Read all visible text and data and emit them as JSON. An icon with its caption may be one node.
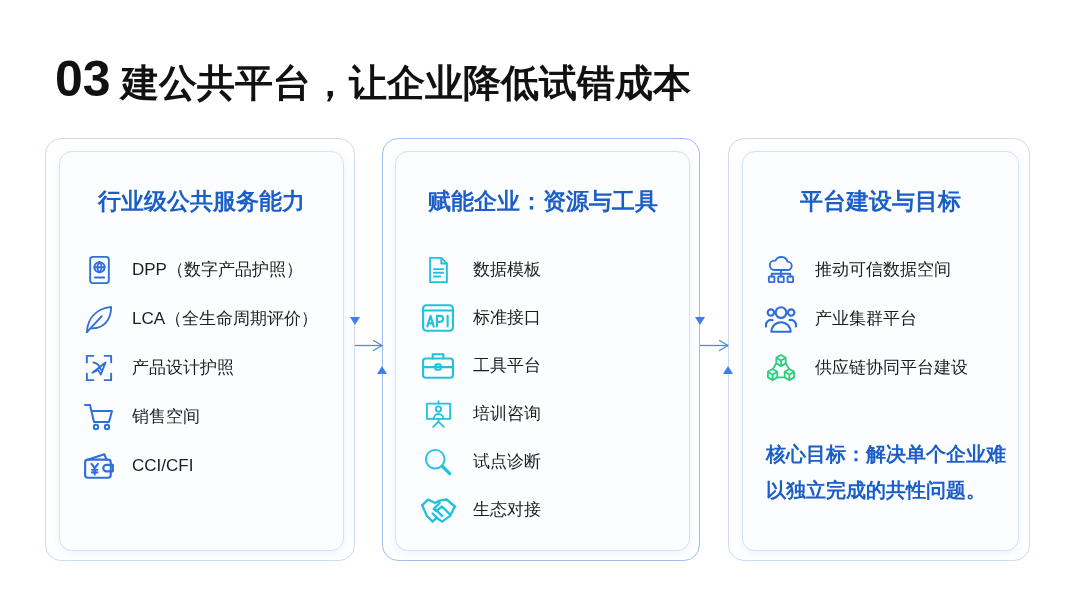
{
  "diagram": {
    "title": "03 建公共平台，让企业降低试错成本",
    "nodes": [
      {
        "text": [],
        "shape": "box"
      },
      {
        "text": [
          "行业级公共服务能力",
          "DPP（数字产品护照）",
          "LCA（全生命周期评价）",
          "产品设计护照",
          "销售空间",
          "CCI/CFI"
        ],
        "in": 0
      },
      {
        "text": [],
        "shape": "box"
      },
      {
        "text": [
          "赋能企业：资源与工具",
          "数据模板",
          "标准接口",
          "工具平台",
          "培训咨询",
          "试点诊断",
          "生态对接"
        ],
        "in": 2
      },
      {
        "text": [],
        "shape": "box"
      },
      {
        "text": [
          "平台建设与目标",
          "推动可信数据空间",
          "产业集群平台",
          "供应链协同平台建设",
          "核心目标：解决单个企业难以独立完成的共性问题。"
        ],
        "in": 4
      }
    ],
    "edges": [
      {
        "from": 0,
        "to": 2,
        "arrow": "to"
      },
      {
        "from": 2,
        "to": 4,
        "arrow": "to"
      }
    ]
  }
}
